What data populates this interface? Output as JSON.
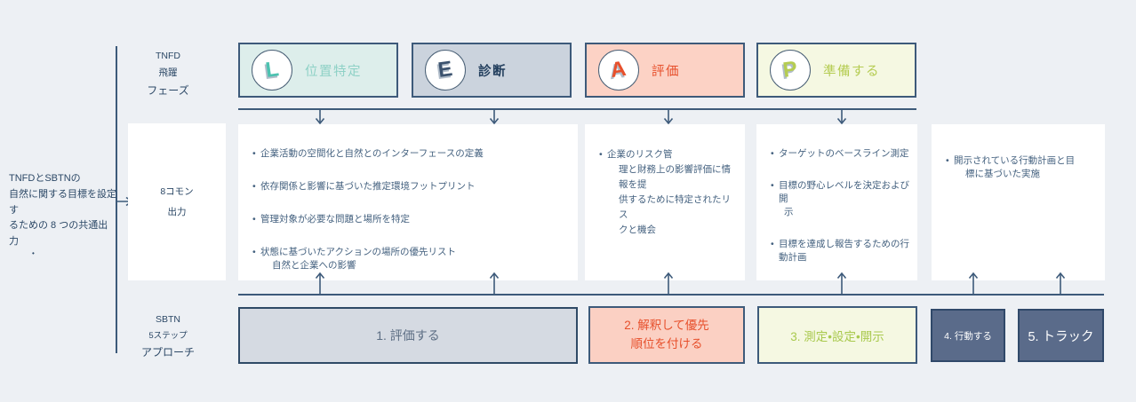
{
  "accent_colors": {
    "navy_line": "#3d5a7a",
    "teal": "#4cc2b0",
    "navy": "#233f5e",
    "red": "#e7502c",
    "green": "#b5cc52",
    "pale_green_text": "#a9c94e",
    "slate_box": "#5a6b8a",
    "gray_box": "#d5dae2",
    "background": "#edf0f4"
  },
  "marker": "•",
  "left_note": {
    "lines": [
      "TNFDとSBTNの",
      "自然に関する目標を設定す",
      "るための 8 つの共通出力",
      "•"
    ]
  },
  "row_labels": {
    "tnfd": {
      "lines": [
        "TNFD",
        "飛躍",
        "フェーズ"
      ]
    },
    "outputs": {
      "lines": [
        "8コモン",
        "出力"
      ]
    },
    "sbtn": {
      "lines": [
        "SBTN",
        "5ステップ",
        "アプローチ"
      ]
    }
  },
  "phases": [
    {
      "letter": "L",
      "label": "位置特定"
    },
    {
      "letter": "E",
      "label": "診断"
    },
    {
      "letter": "A",
      "label": "評価"
    },
    {
      "letter": "P",
      "label": "準備する"
    }
  ],
  "columns": [
    {
      "bullets": [
        {
          "lines": [
            "企業活動の空間化と自然とのインターフェースの定義"
          ]
        },
        {
          "lines": [
            "依存関係と影響に基づいた推定環境フットプリント"
          ]
        },
        {
          "lines": [
            "管理対象が必要な問題と場所を特定"
          ]
        },
        {
          "lines": [
            "状態に基づいたアクションの場所の優先リスト",
            "自然と企業への影響"
          ]
        }
      ]
    },
    {
      "bullets": [
        {
          "lines": [
            "企業のリスク管",
            "理と財務上の影響評価に情報を提",
            "供するために特定されたリス",
            "クと機会"
          ]
        }
      ]
    },
    {
      "bullets": [
        {
          "lines": [
            "ターゲットのベースライン測定"
          ]
        },
        {
          "lines": [
            "目標の野心レベルを決定および開",
            "示"
          ]
        },
        {
          "lines": [
            "目標を達成し報告するための行動計画"
          ]
        }
      ]
    },
    {
      "bullets": [
        {
          "lines": [
            "開示されている行動計画と目",
            "標に基づいた実施"
          ]
        }
      ]
    }
  ],
  "sbtn_steps": [
    {
      "lines": [
        "1. 評価する"
      ]
    },
    {
      "lines": [
        "2. 解釈して優先",
        "順位を付ける"
      ]
    },
    {
      "lines": [
        "3. 測定•設定•開示"
      ]
    },
    {
      "lines": [
        "4. 行動する"
      ]
    },
    {
      "lines": [
        "5. トラック"
      ]
    }
  ]
}
